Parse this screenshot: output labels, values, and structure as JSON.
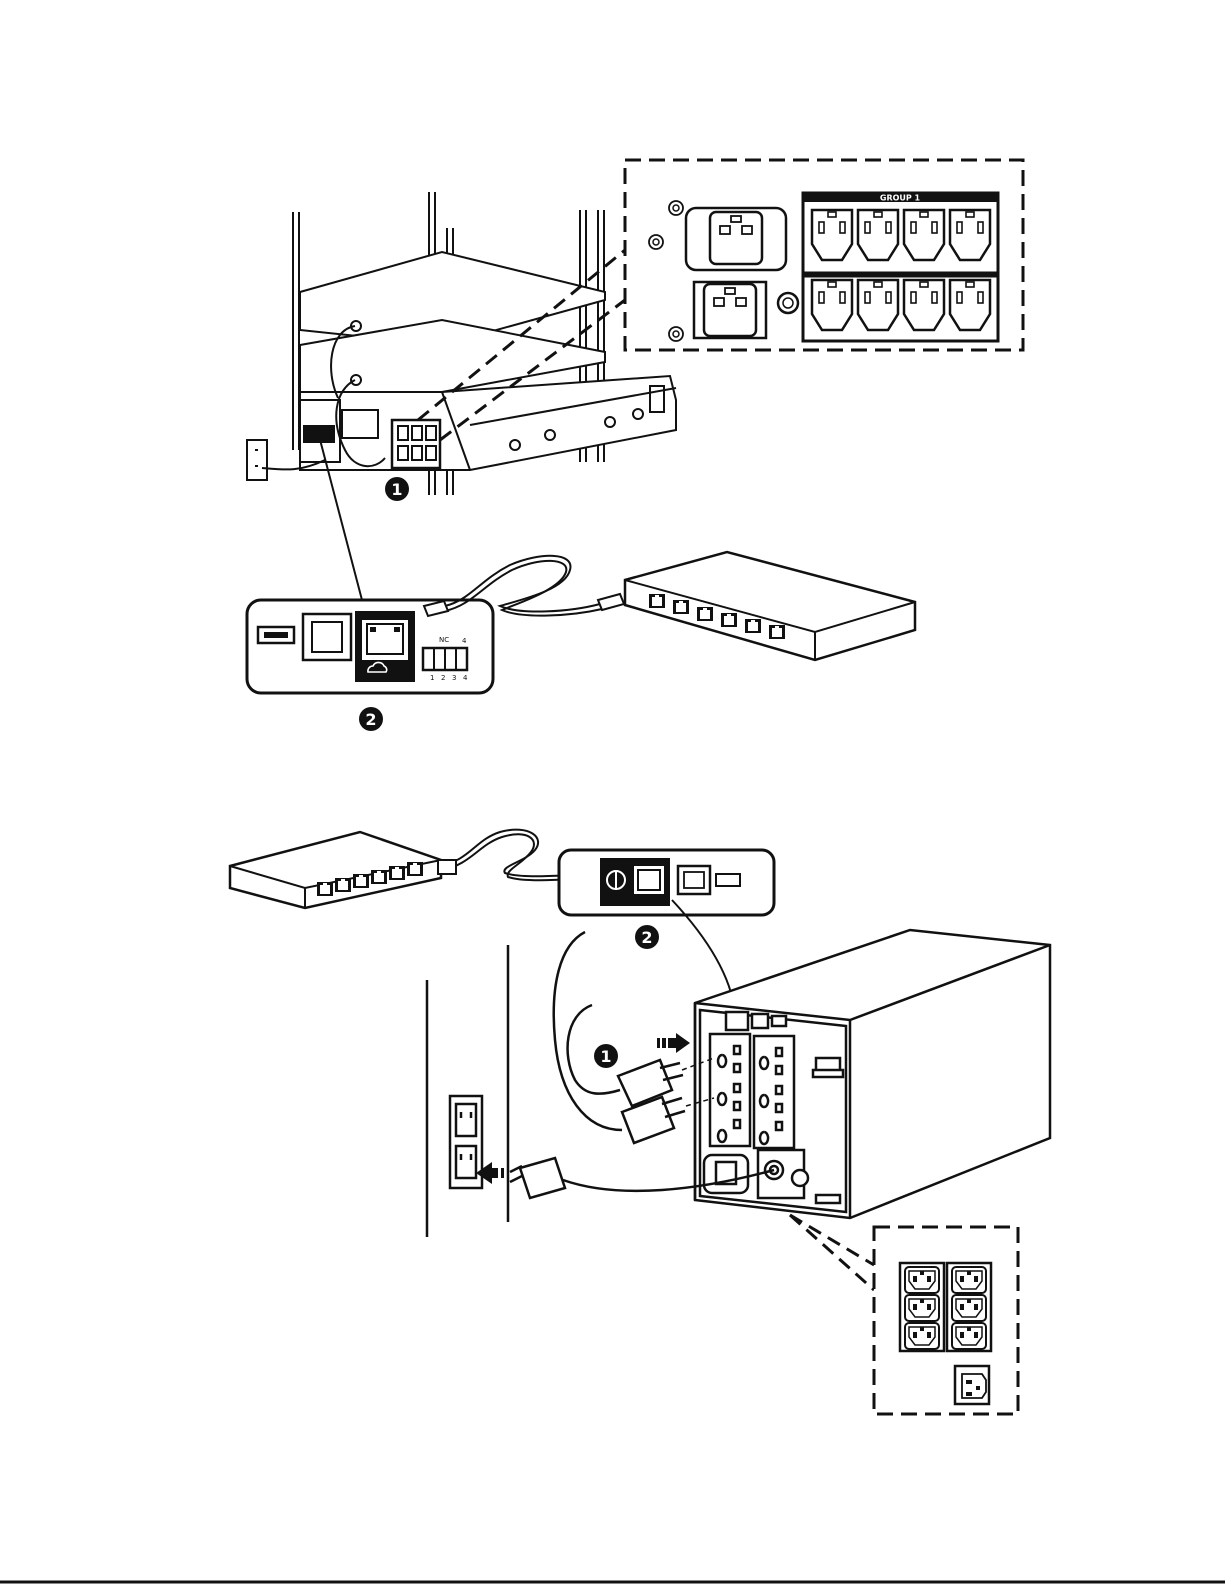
{
  "diagram": {
    "rack_panel": {
      "group_label": "GROUP 1"
    },
    "comm_panel_rack": {
      "terminal_label": "NC"
    },
    "callouts": [
      {
        "id": "rack-1",
        "label": "1"
      },
      {
        "id": "rack-2",
        "label": "2"
      },
      {
        "id": "tower-2",
        "label": "2"
      },
      {
        "id": "tower-1",
        "label": "1"
      }
    ],
    "colors": {
      "line": "#111111",
      "panel": "#111111",
      "background": "#ffffff"
    }
  }
}
